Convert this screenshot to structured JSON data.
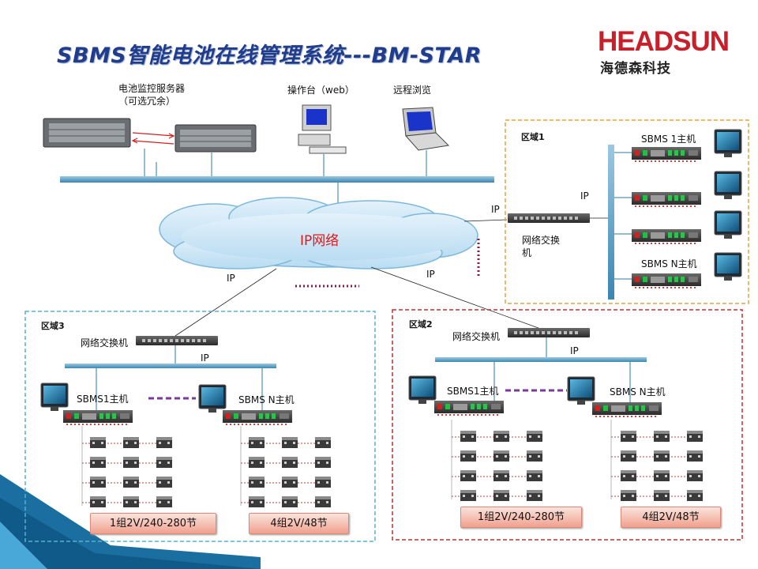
{
  "title": "SBMS智能电池在线管理系统---BM-STAR",
  "logo": {
    "brand": "HEADSUN",
    "chinese": "海德森科技"
  },
  "top": {
    "server_label_1": "电池监控服务器",
    "server_label_2": "（可选冗余）",
    "console_label": "操作台（web）",
    "remote_label": "远程浏览"
  },
  "cloud_label": "IP网络",
  "ip": "IP",
  "region1": {
    "title": "区域1",
    "switch_1": "网络交换",
    "switch_2": "机",
    "host_top": "SBMS 1主机",
    "host_bottom": "SBMS N主机"
  },
  "region2": {
    "title": "区域2",
    "switch": "网络交换机",
    "host_1": "SBMS1主机",
    "host_n": "SBMS N主机",
    "group_1": "1组2V/240-280节",
    "group_n": "4组2V/48节"
  },
  "region3": {
    "title": "区域3",
    "switch": "网络交换机",
    "host_1": "SBMS1主机",
    "host_n": "SBMS N主机",
    "group_1": "1组2V/240-280节",
    "group_n": "4组2V/48节"
  },
  "colors": {
    "title": "#1f3d8c",
    "brand": "#c8202a",
    "bus": "#6aa6c8",
    "region1_border": "#e8a040",
    "region2_border": "#c03030",
    "region3_border": "#5ab0d0",
    "dotted_link": "#8b1a4a"
  }
}
